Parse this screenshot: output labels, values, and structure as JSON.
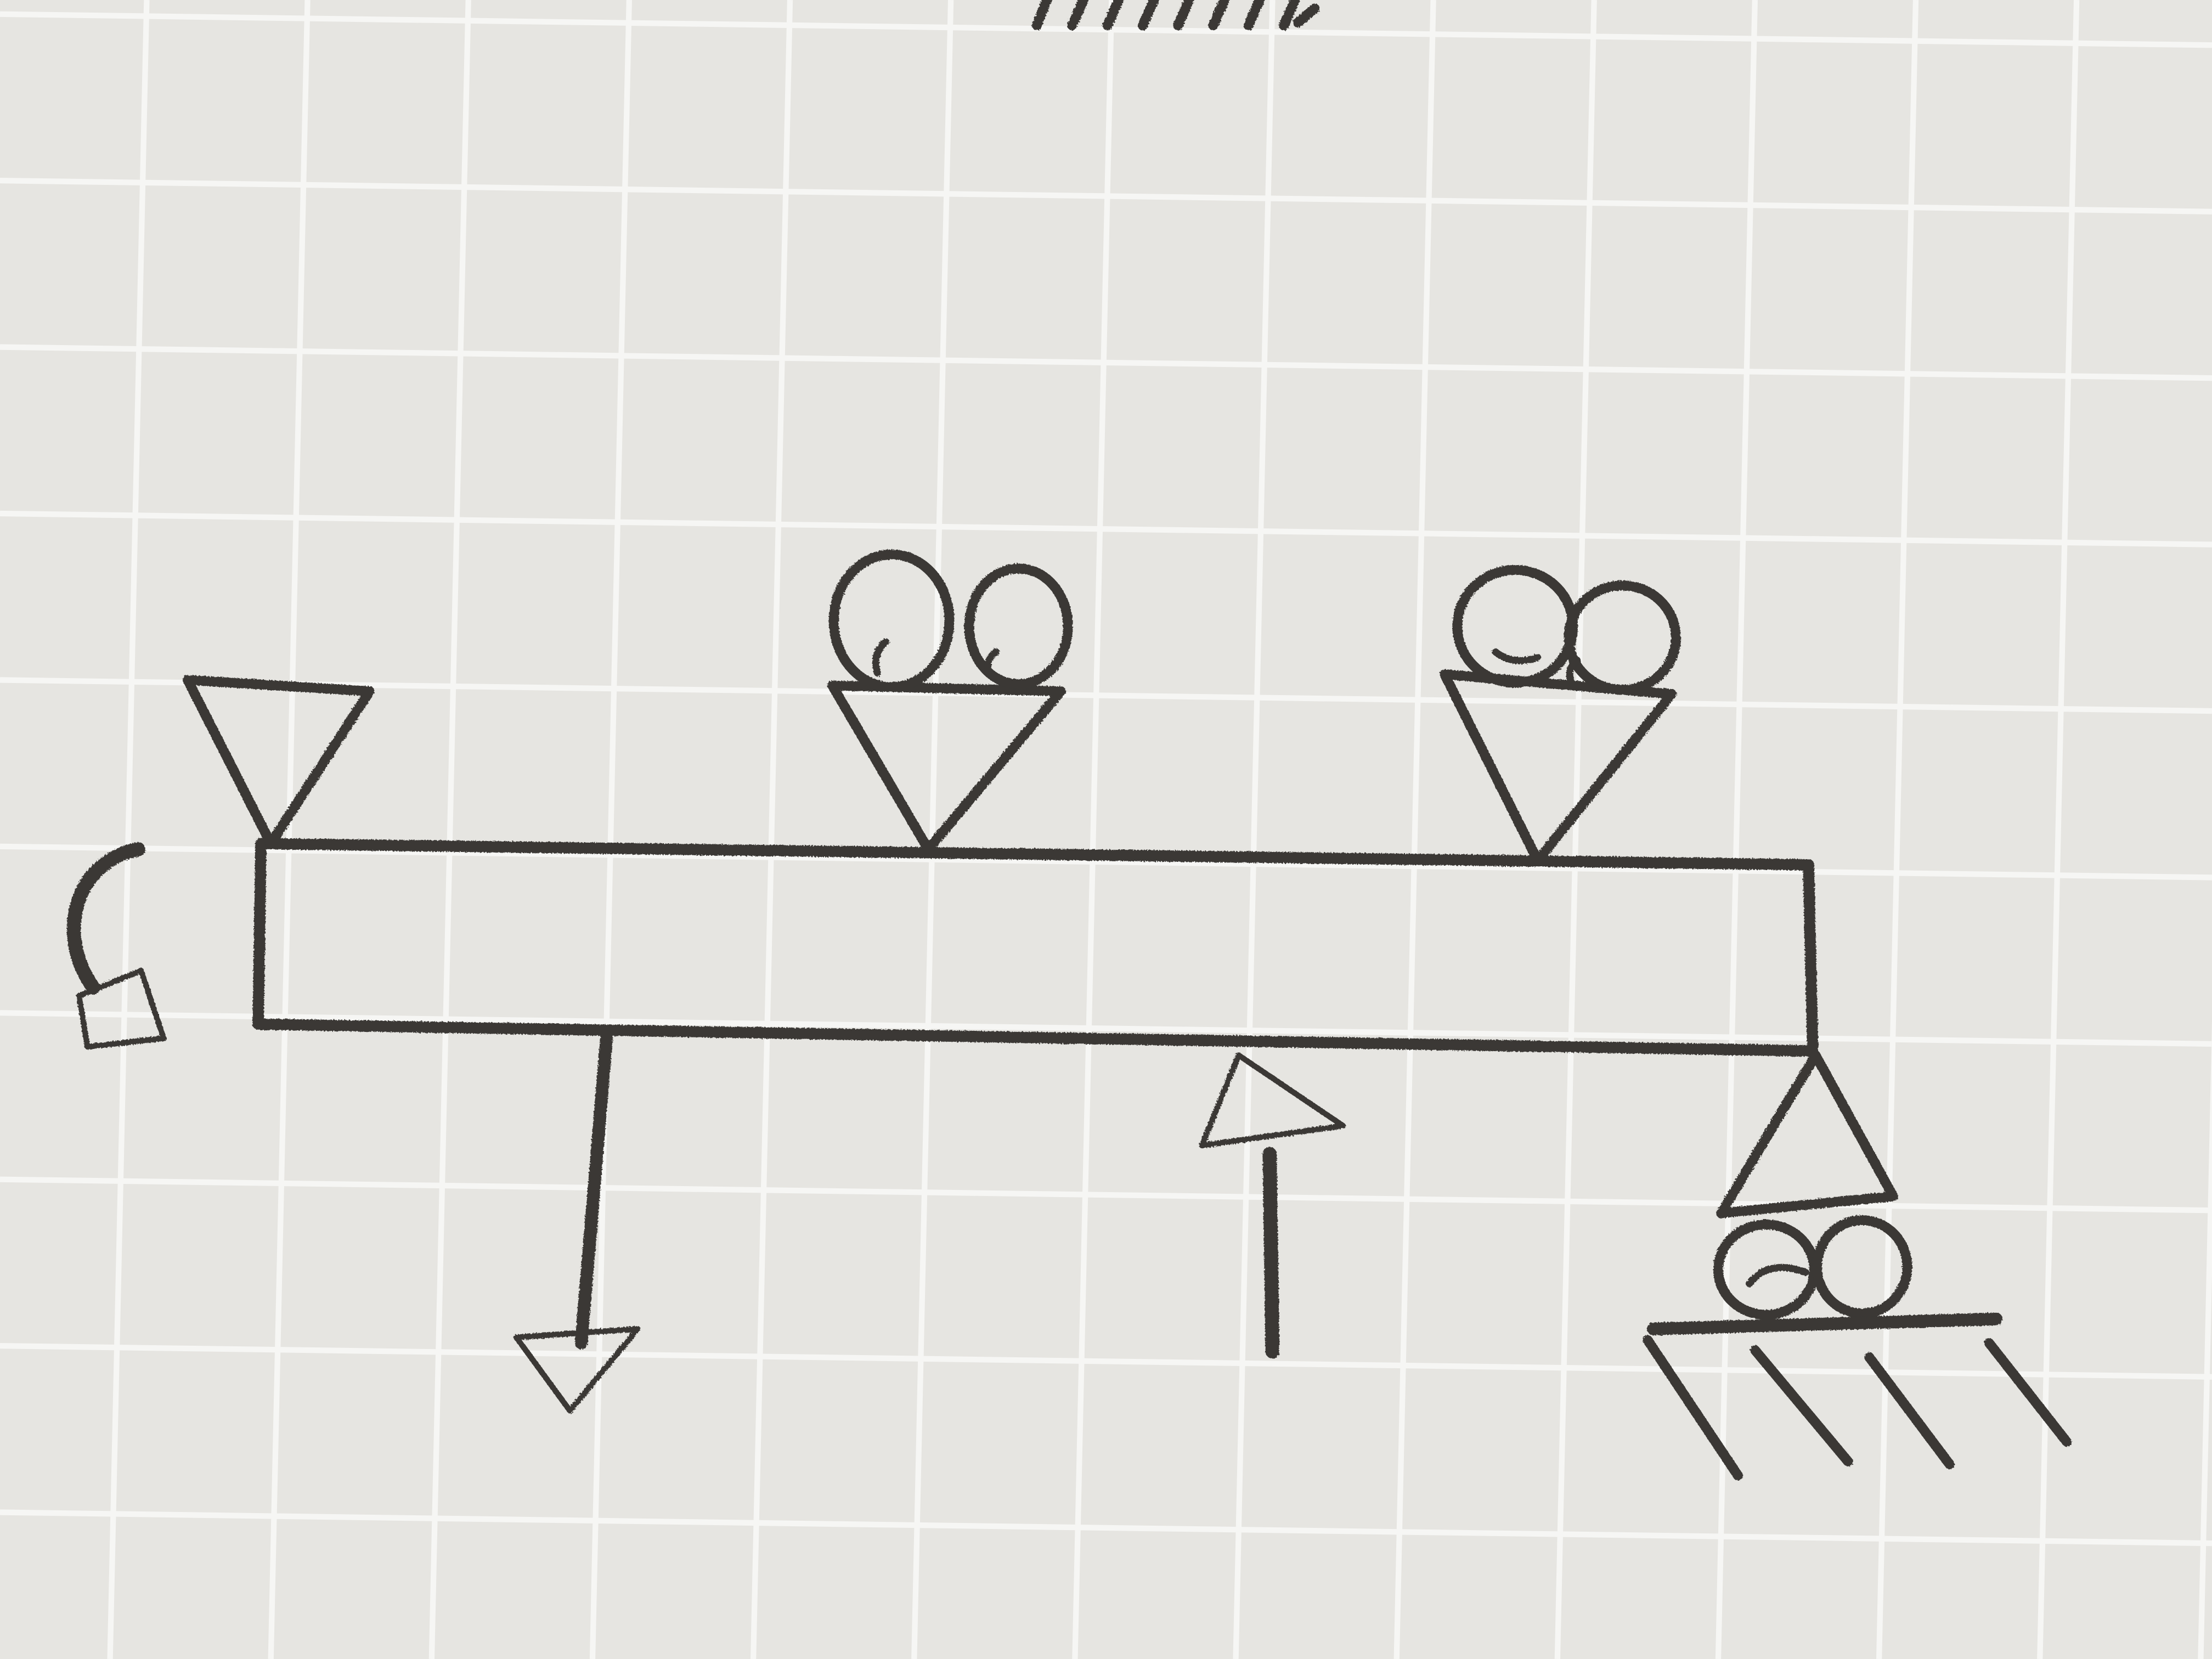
{
  "diagram": {
    "kind": "hand-drawn beam with supports and loads",
    "colors": {
      "paper": "#e6e5e1",
      "grid": "#f6f6f4",
      "pencil": "#3a3936"
    },
    "elements": [
      {
        "id": "beam",
        "icon": "rectangle-beam-icon"
      },
      {
        "id": "top-left-pin-support",
        "icon": "triangle-down-icon"
      },
      {
        "id": "top-middle-roller-support",
        "icon": "triangle-with-two-rollers-icon"
      },
      {
        "id": "top-right-roller-support",
        "icon": "triangle-with-two-rollers-icon"
      },
      {
        "id": "bottom-right-roller-support",
        "icon": "triangle-with-rollers-on-ground-icon"
      },
      {
        "id": "clockwise-moment",
        "icon": "curved-arrow-icon"
      },
      {
        "id": "downward-point-load",
        "icon": "arrow-down-icon"
      },
      {
        "id": "upward-point-load",
        "icon": "arrow-up-icon"
      }
    ]
  }
}
